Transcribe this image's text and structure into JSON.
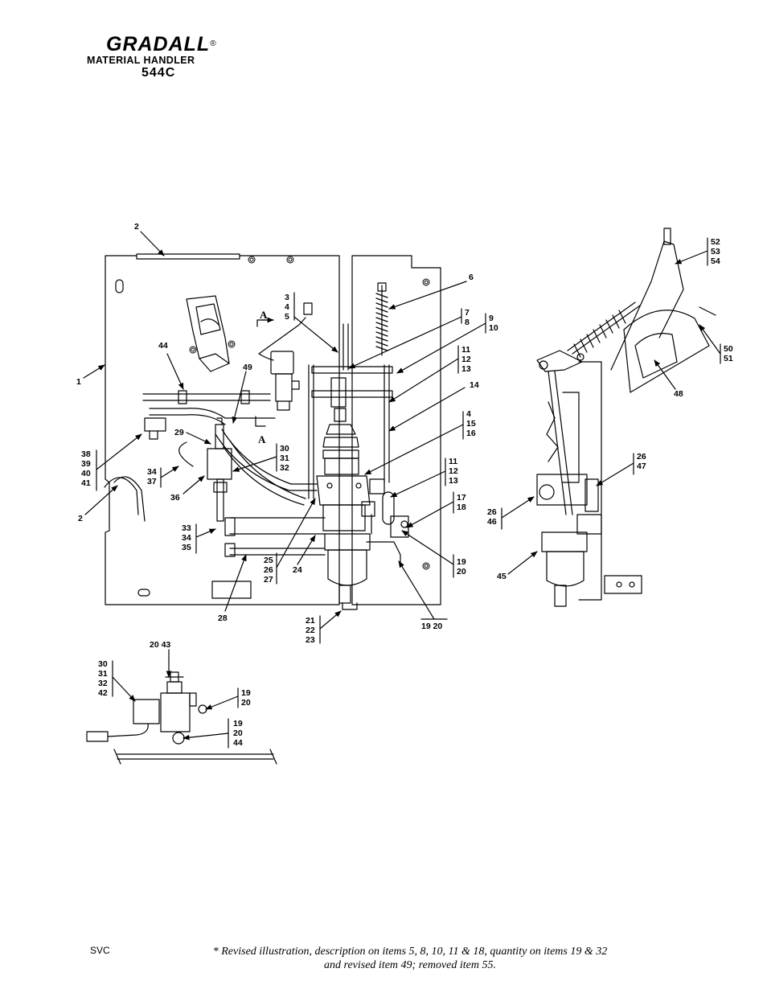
{
  "header": {
    "brand": "GRADALL",
    "registered_mark": "®",
    "subtitle": "MATERIAL HANDLER",
    "model": "544C"
  },
  "section_marks": [
    "A",
    "A"
  ],
  "callouts": {
    "c2_top": "2",
    "c1": "1",
    "c3_5": [
      "3",
      "4",
      "5"
    ],
    "c6": "6",
    "c7_8": [
      "7",
      "8"
    ],
    "c9_10": [
      "9",
      "10"
    ],
    "c11_13a": [
      "11",
      "12",
      "13"
    ],
    "c14": "14",
    "c4_16": [
      "4",
      "15",
      "16"
    ],
    "c11_13b": [
      "11",
      "12",
      "13"
    ],
    "c17_18": [
      "17",
      "18"
    ],
    "c19_20a": [
      "19",
      "20"
    ],
    "c19_20b": "19  20",
    "c21_23": [
      "21",
      "22",
      "23"
    ],
    "c44": "44",
    "c49": "49",
    "c29": "29",
    "c30_32a": [
      "30",
      "31",
      "32"
    ],
    "c38_41": [
      "38",
      "39",
      "40",
      "41"
    ],
    "c34_37": [
      "34",
      "37"
    ],
    "c36": "36",
    "c2_left": "2",
    "c33_35": [
      "33",
      "34",
      "35"
    ],
    "c25_27": [
      "25",
      "26",
      "27"
    ],
    "c24": "24",
    "c28": "28",
    "c52_54": [
      "52",
      "53",
      "54"
    ],
    "c50_51": [
      "50",
      "51"
    ],
    "c48": "48",
    "c26_47": [
      "26",
      "47"
    ],
    "c26_46": [
      "26",
      "46"
    ],
    "c45": "45",
    "c20_43": "20 43",
    "c30_42": [
      "30",
      "31",
      "32",
      "42"
    ],
    "c19_20c": [
      "19",
      "20"
    ],
    "c19_44": [
      "19",
      "20",
      "44"
    ]
  },
  "footer": {
    "code": "SVC",
    "note_line1": "* Revised illustration, description on items 5, 8, 10, 11 & 18, quantity on items 19 & 32",
    "note_line2": "and revised item 49; removed item 55."
  }
}
